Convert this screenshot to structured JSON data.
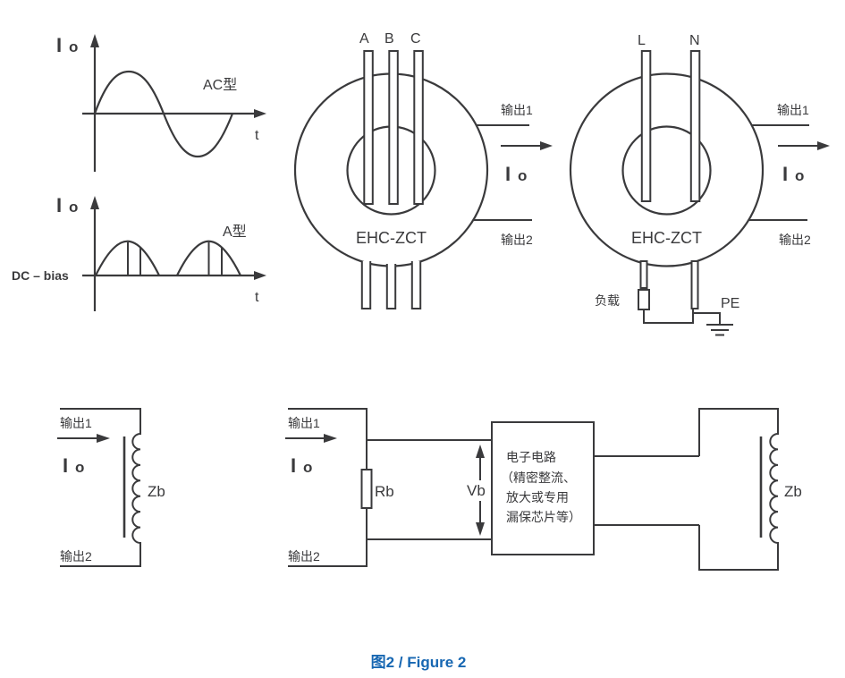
{
  "colors": {
    "line": "#3a3a3c",
    "caption_blue": "#1767b2",
    "background": "#ffffff"
  },
  "waveform_ac": {
    "io_i": "I",
    "io_o": "o",
    "type": "AC型",
    "t": "t"
  },
  "waveform_a": {
    "io_i": "I",
    "io_o": "o",
    "type": "A型",
    "t": "t",
    "bias": "DC – bias"
  },
  "zct3": {
    "cond_a": "A",
    "cond_b": "B",
    "cond_c": "C",
    "core": "EHC-ZCT",
    "out1": "输出1",
    "out2": "输出2",
    "io_i": "I",
    "io_o": "o"
  },
  "zct1": {
    "cond_l": "L",
    "cond_n": "N",
    "core": "EHC-ZCT",
    "out1": "输出1",
    "out2": "输出2",
    "io_i": "I",
    "io_o": "o",
    "load": "负载",
    "pe": "PE"
  },
  "ckt_zb": {
    "out1": "输出1",
    "out2": "输出2",
    "io_i": "I",
    "io_o": "o",
    "zb": "Zb"
  },
  "ckt_rb": {
    "out1": "输出1",
    "out2": "输出2",
    "io_i": "I",
    "io_o": "o",
    "rb": "Rb",
    "vb": "Vb",
    "zb": "Zb",
    "box_line1": "电子电路",
    "box_line2": "（精密整流、",
    "box_line3": "放大或专用",
    "box_line4": "漏保芯片等）"
  },
  "caption": "图2 / Figure 2"
}
